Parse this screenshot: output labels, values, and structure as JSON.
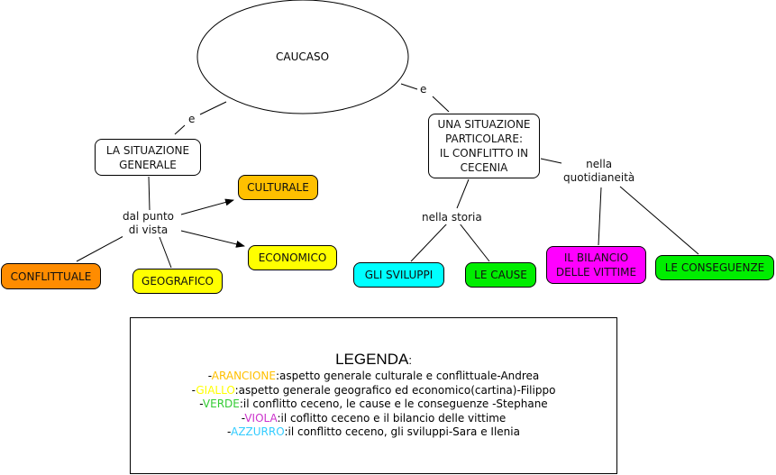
{
  "diagram": {
    "root": {
      "label": "CAUCASO"
    },
    "links": {
      "left_e": "e",
      "right_e": "e",
      "dal_punto": "dal punto\ndi vista",
      "nella_storia": "nella storia",
      "nella_quotidianeita": "nella\nquotidianeità"
    },
    "nodes": {
      "situazione_generale": {
        "label": "LA SITUAZIONE\nGENERALE",
        "color": "#ffffff"
      },
      "situazione_particolare": {
        "label": "UNA SITUAZIONE\nPARTICOLARE:\nIL CONFLITTO IN\nCECENIA",
        "color": "#ffffff"
      },
      "culturale": {
        "label": "CULTURALE",
        "color": "#ffc000"
      },
      "economico": {
        "label": "ECONOMICO",
        "color": "#ffff00"
      },
      "conflittuale": {
        "label": "CONFLITTUALE",
        "color": "#ff8c00"
      },
      "geografico": {
        "label": "GEOGRAFICO",
        "color": "#ffff00"
      },
      "gli_sviluppi": {
        "label": "GLI SVILUPPI",
        "color": "#00ffff"
      },
      "le_cause": {
        "label": "LE CAUSE",
        "color": "#00ee00"
      },
      "bilancio_vittime": {
        "label": "IL BILANCIO\nDELLE VITTIME",
        "color": "#ff00ff"
      },
      "le_conseguenze": {
        "label": "LE CONSEGUENZE",
        "color": "#00ee00"
      }
    }
  },
  "legend": {
    "title": "LEGENDA",
    "title_suffix": ":",
    "entries": [
      {
        "prefix": "-",
        "key": "ARANCIONE",
        "color": "#ffc000",
        "text": ":aspetto generale culturale e conflittuale-Andrea"
      },
      {
        "prefix": "-",
        "key": "GIALLO",
        "color": "#ffff00",
        "text": ":aspetto generale geografico ed economico(cartina)-Filippo"
      },
      {
        "prefix": "-",
        "key": "VERDE",
        "color": "#33cc33",
        "text": ":il conflitto ceceno, le cause e le conseguenze -Stephane"
      },
      {
        "prefix": "-",
        "key": "VIOLA",
        "color": "#cc33cc",
        "text": ":il coflitto ceceno e il bilancio delle vittime"
      },
      {
        "prefix": "-",
        "key": "AZZURRO",
        "color": "#33ccff",
        "text": ":il conflitto ceceno, gli sviluppi-Sara e Ilenia"
      }
    ]
  }
}
